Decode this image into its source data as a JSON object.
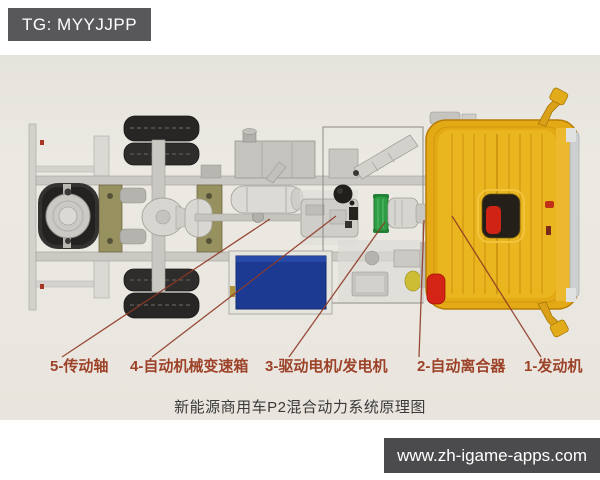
{
  "watermarks": {
    "top_left": "TG: MYYJJPP",
    "bottom_right": "www.zh-igame-apps.com"
  },
  "diagram": {
    "caption": "新能源商用车P2混合动力系统原理图",
    "part_labels": [
      {
        "text": "5-传动轴"
      },
      {
        "text": "4-自动机械变速箱"
      },
      {
        "text": "3-驱动电机/发电机"
      },
      {
        "text": "2-自动离合器"
      },
      {
        "text": "1-发动机"
      }
    ],
    "colors": {
      "cab_body": "#e3aa16",
      "battery_box": "#1c3a92",
      "motor_green": "#2e9c44",
      "label_text": "#9c4228",
      "leader_line": "#8f3a26",
      "photo_background": "#e9e5de",
      "tire": "#272624",
      "badge_background": "#535355"
    }
  }
}
